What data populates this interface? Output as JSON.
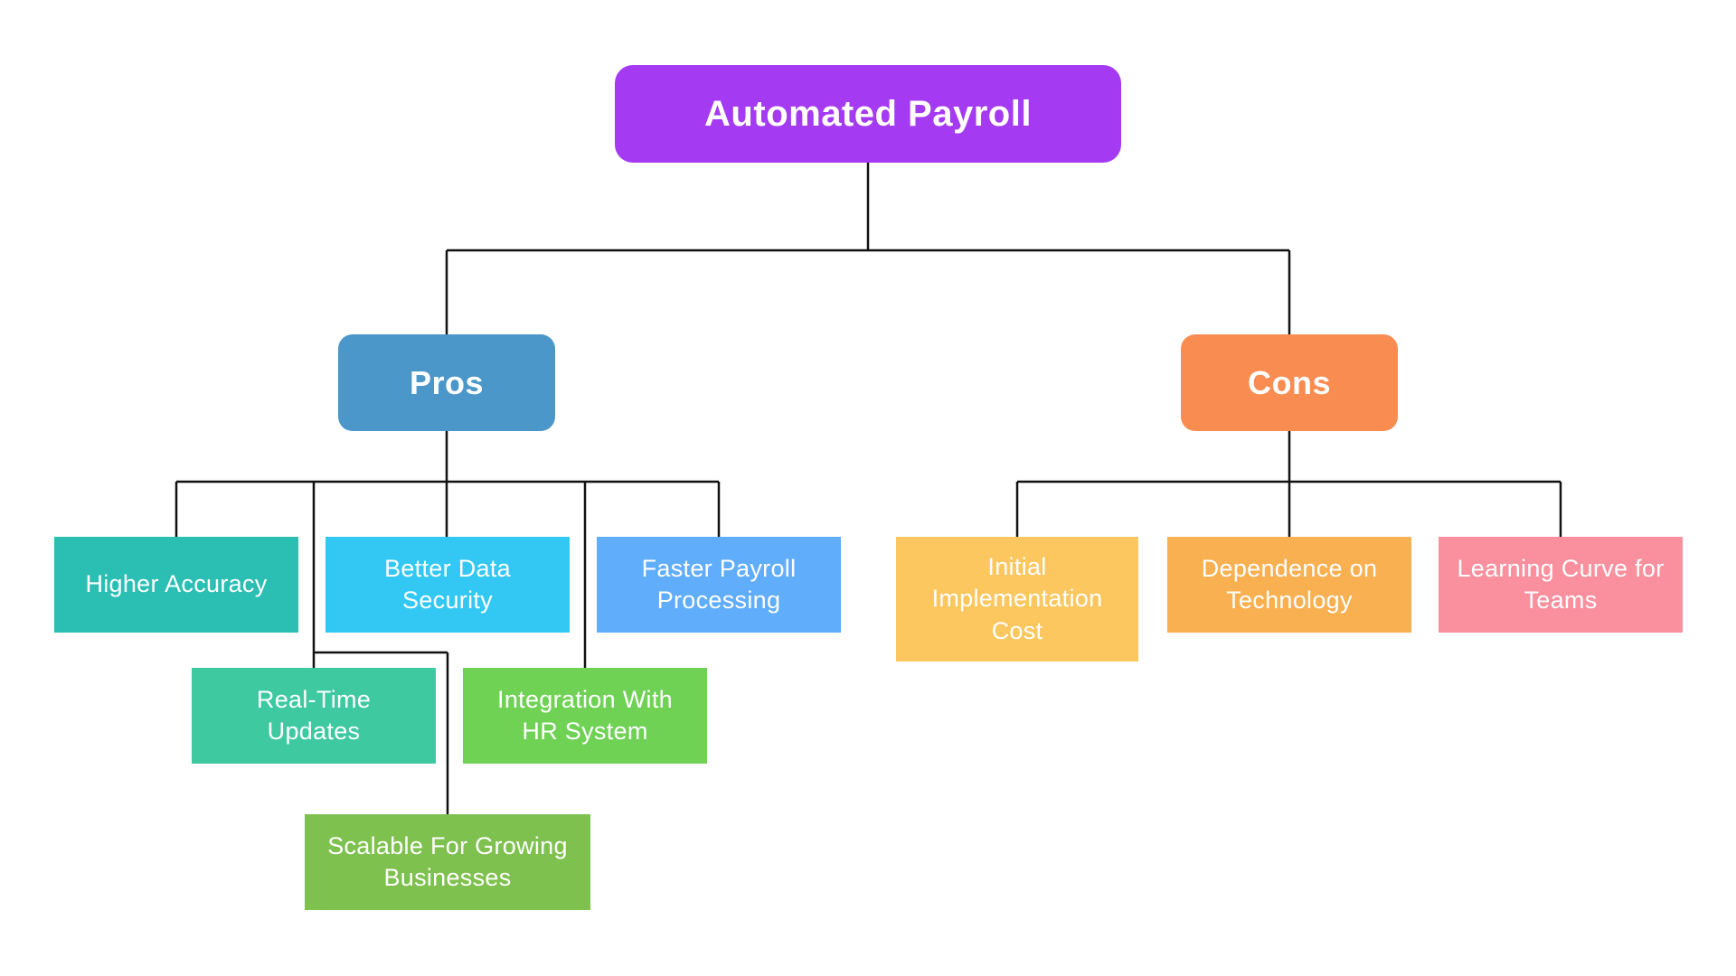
{
  "page": {
    "background": "#FFFFFF",
    "line_color": "#111111"
  },
  "diagram": {
    "root": {
      "label": "Automated Payroll",
      "color": "#A43AF2"
    },
    "pros": {
      "label": "Pros",
      "color": "#4B97C9",
      "children": [
        {
          "label": "Higher Accuracy",
          "color": "#2BBFB4"
        },
        {
          "label": "Better Data\nSecurity",
          "color": "#33C8F4"
        },
        {
          "label": "Faster Payroll\nProcessing",
          "color": "#60ADFB"
        },
        {
          "label": "Real-Time\nUpdates",
          "color": "#3EC9A1"
        },
        {
          "label": "Integration With\nHR System",
          "color": "#6FD254"
        },
        {
          "label": "Scalable For Growing\nBusinesses",
          "color": "#7EC14E"
        }
      ]
    },
    "cons": {
      "label": "Cons",
      "color": "#F98C51",
      "children": [
        {
          "label": "Initial\nImplementation\nCost",
          "color": "#FBC75E"
        },
        {
          "label": "Dependence on\nTechnology",
          "color": "#F9B050"
        },
        {
          "label": "Learning Curve for\nTeams",
          "color": "#FA8F9E"
        }
      ]
    }
  }
}
